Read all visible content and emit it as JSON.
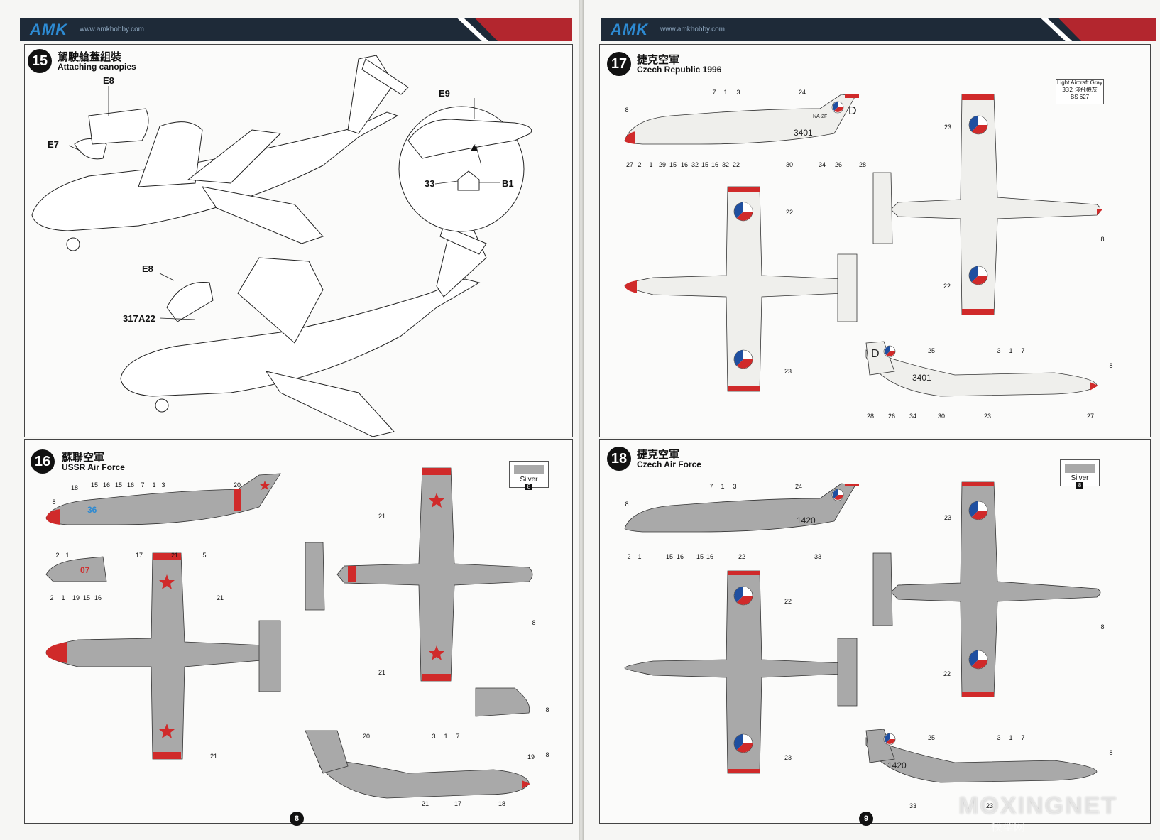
{
  "header": {
    "logo": "AMK",
    "url": "www.amkhobby.com"
  },
  "colors": {
    "header_bg": "#1e2a38",
    "header_accent": "#b3262e",
    "logo": "#2d8ad2",
    "silver": "#a9a9a9",
    "red_star": "#d02a2a",
    "roundel_blue": "#1f4fa0",
    "roundel_red": "#d02a2a"
  },
  "steps": {
    "s15": {
      "number": "15",
      "title_cn": "駕駛艙蓋組裝",
      "title_en": "Attaching canopies",
      "labels": {
        "e8_top": "E8",
        "e7": "E7",
        "e9": "E9",
        "c33": "33",
        "b1": "B1",
        "e8_bottom": "E8",
        "c317": "317",
        "a22": "A22"
      }
    },
    "s16": {
      "number": "16",
      "title_cn": "蘇聯空軍",
      "title_en": "USSR Air Force",
      "color_name": "Silver",
      "color_num": "8",
      "codes": {
        "a": "36",
        "b": "07"
      }
    },
    "s17": {
      "number": "17",
      "title_cn": "捷克空軍",
      "title_en": "Czech Republic 1996",
      "color_line1": "Light Aircraft Gray",
      "color_line2": "332 淺飛機灰",
      "color_line3": "BS 627",
      "codes": {
        "serial": "3401",
        "tail": "D",
        "na": "NA-2F"
      }
    },
    "s18": {
      "number": "18",
      "title_cn": "捷克空軍",
      "title_en": "Czech Air Force",
      "color_name": "Silver",
      "color_num": "8",
      "codes": {
        "serial": "1420"
      }
    }
  },
  "callouts": {
    "s16_side_top": [
      "18",
      "15",
      "16",
      "15",
      "16",
      "7",
      "1",
      "3",
      "20",
      "8",
      "2",
      "1",
      "17",
      "21",
      "5"
    ],
    "s16_side_small": [
      "2",
      "1",
      "19",
      "15",
      "16"
    ],
    "s16_plan": [
      "21",
      "21",
      "21",
      "8",
      "21"
    ],
    "s16_nose": [
      "8",
      "19"
    ],
    "s16_side_bottom": [
      "20",
      "3",
      "1",
      "7",
      "8",
      "21",
      "17",
      "18"
    ],
    "s17_side_top": [
      "8",
      "7",
      "1",
      "3",
      "24",
      "27",
      "2",
      "1",
      "29",
      "15",
      "16",
      "32",
      "15",
      "16",
      "32",
      "22",
      "30",
      "34",
      "26",
      "28"
    ],
    "s17_plan": [
      "22",
      "23",
      "23",
      "8",
      "22"
    ],
    "s17_side_bottom": [
      "25",
      "3",
      "1",
      "7",
      "8",
      "28",
      "26",
      "34",
      "30",
      "23",
      "27"
    ],
    "s18_side_top": [
      "8",
      "7",
      "1",
      "3",
      "24",
      "2",
      "1",
      "15",
      "16",
      "15",
      "16",
      "22",
      "33"
    ],
    "s18_plan": [
      "22",
      "23",
      "23",
      "8",
      "22"
    ],
    "s18_side_bottom": [
      "25",
      "3",
      "1",
      "7",
      "8",
      "33",
      "23"
    ]
  },
  "page_numbers": {
    "left": "8",
    "right": "9"
  },
  "watermark": {
    "text": "MOXINGNET",
    "sub": "模型网"
  }
}
